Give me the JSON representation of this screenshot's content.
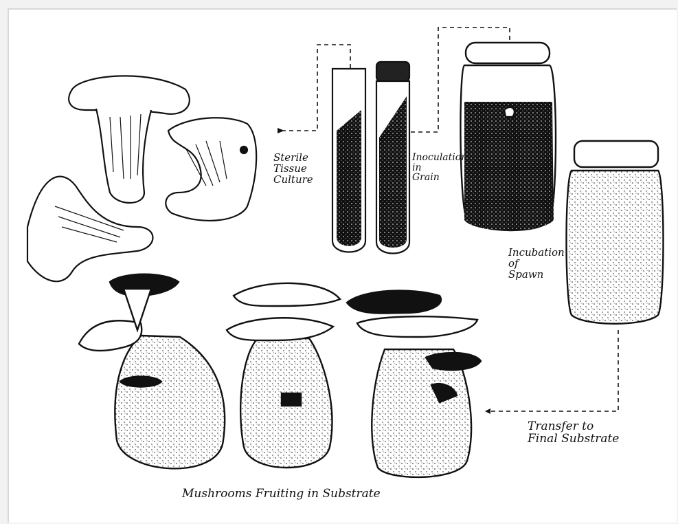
{
  "diagram": {
    "labels": {
      "sterile": "Sterile\nTissue\nCulture",
      "grain": "Inoculation\nin\nGrain",
      "spawn": "Incubation\nof\nSpawn",
      "transfer": "Transfer to\nFinal Substrate",
      "fruiting": "Mushrooms Fruiting in Substrate"
    },
    "colors": {
      "ink": "#111111",
      "paper": "#ffffff",
      "frame": "#f2f2f2"
    }
  }
}
